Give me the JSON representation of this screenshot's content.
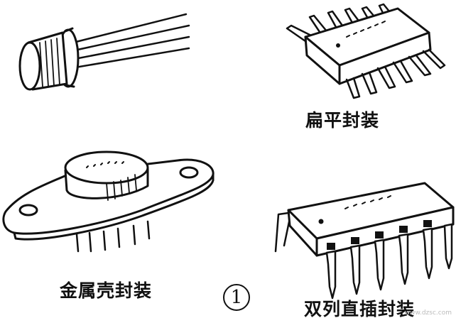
{
  "labels": {
    "flat": "扁平封装",
    "metal": "金属壳封装",
    "dip": "双列直插封装",
    "figure_number": "1"
  },
  "watermark": "www.dzsc.com",
  "colors": {
    "ink": "#111111",
    "paper": "#ffffff"
  }
}
